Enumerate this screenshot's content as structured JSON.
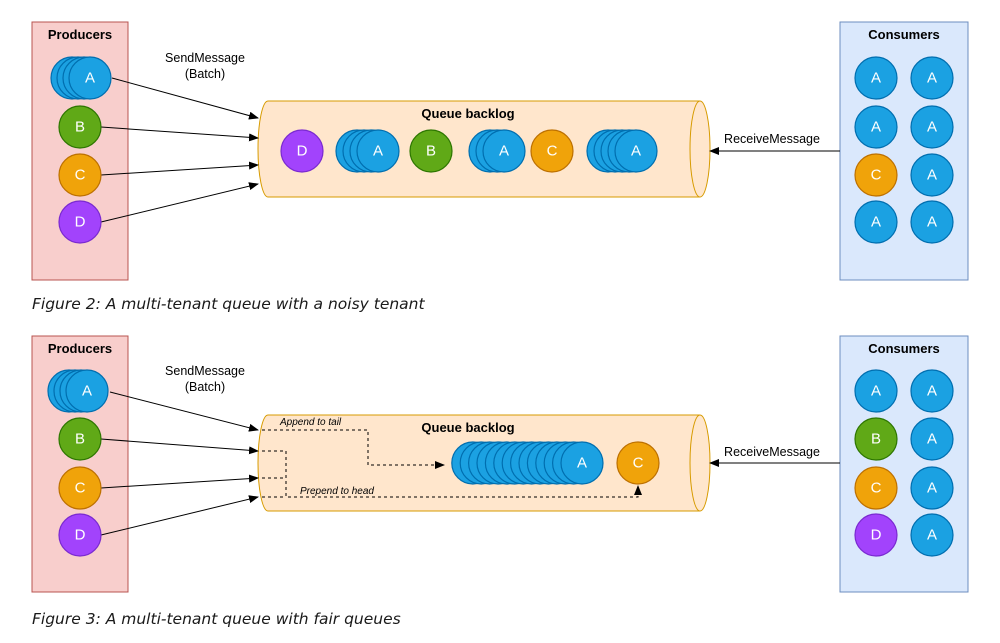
{
  "colors": {
    "blue": "#1ba1e2",
    "green": "#60a917",
    "orange": "#f0a30a",
    "purple": "#a243fc",
    "producers_fill": "#f8cecc",
    "producers_stroke": "#b85450",
    "consumers_fill": "#dae8fc",
    "consumers_stroke": "#6c8ebf",
    "queue_fill": "#ffe6cc",
    "queue_stroke": "#d79b00"
  },
  "figure2": {
    "producers_title": "Producers",
    "consumers_title": "Consumers",
    "send_label_line1": "SendMessage",
    "send_label_line2": "(Batch)",
    "queue_title": "Queue backlog",
    "receive_label": "ReceiveMessage",
    "producers": [
      {
        "label": "A",
        "color": "blue"
      },
      {
        "label": "B",
        "color": "green"
      },
      {
        "label": "C",
        "color": "orange"
      },
      {
        "label": "D",
        "color": "purple"
      }
    ],
    "queue_items": [
      {
        "label": "D",
        "color": "purple"
      },
      {
        "label": "A",
        "color": "blue"
      },
      {
        "label": "B",
        "color": "green"
      },
      {
        "label": "A",
        "color": "blue"
      },
      {
        "label": "C",
        "color": "orange"
      },
      {
        "label": "A",
        "color": "blue"
      }
    ],
    "consumers": [
      [
        {
          "label": "A",
          "color": "blue"
        },
        {
          "label": "A",
          "color": "blue"
        }
      ],
      [
        {
          "label": "A",
          "color": "blue"
        },
        {
          "label": "A",
          "color": "blue"
        }
      ],
      [
        {
          "label": "C",
          "color": "orange"
        },
        {
          "label": "A",
          "color": "blue"
        }
      ],
      [
        {
          "label": "A",
          "color": "blue"
        },
        {
          "label": "A",
          "color": "blue"
        }
      ]
    ],
    "caption": "Figure 2: A multi-tenant queue with a noisy tenant"
  },
  "figure3": {
    "producers_title": "Producers",
    "consumers_title": "Consumers",
    "send_label_line1": "SendMessage",
    "send_label_line2": "(Batch)",
    "queue_title": "Queue backlog",
    "receive_label": "ReceiveMessage",
    "append_label": "Append to tail",
    "prepend_label": "Prepend to head",
    "producers": [
      {
        "label": "A",
        "color": "blue"
      },
      {
        "label": "B",
        "color": "green"
      },
      {
        "label": "C",
        "color": "orange"
      },
      {
        "label": "D",
        "color": "purple"
      }
    ],
    "queue_items": [
      {
        "label": "A",
        "color": "blue"
      },
      {
        "label": "C",
        "color": "orange"
      }
    ],
    "consumers": [
      [
        {
          "label": "A",
          "color": "blue"
        },
        {
          "label": "A",
          "color": "blue"
        }
      ],
      [
        {
          "label": "B",
          "color": "green"
        },
        {
          "label": "A",
          "color": "blue"
        }
      ],
      [
        {
          "label": "C",
          "color": "orange"
        },
        {
          "label": "A",
          "color": "blue"
        }
      ],
      [
        {
          "label": "D",
          "color": "purple"
        },
        {
          "label": "A",
          "color": "blue"
        }
      ]
    ],
    "caption": "Figure 3: A multi-tenant queue with fair queues"
  }
}
